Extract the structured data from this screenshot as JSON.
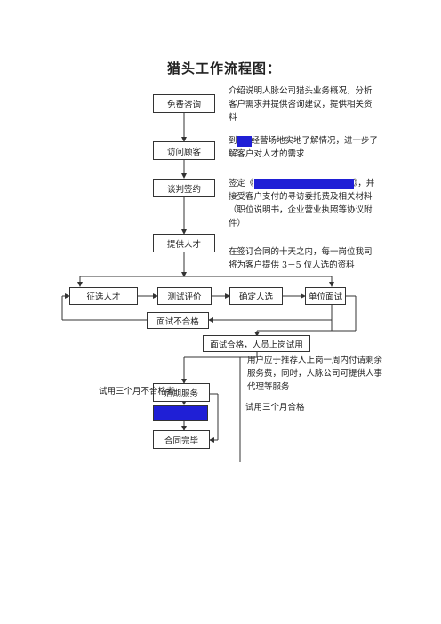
{
  "title": "猎头工作流程图：",
  "nodes": {
    "free_consult": "免费咨询",
    "visit_client": "访问顾客",
    "negotiate_sign": "谈判签约",
    "provide_talent": "提供人才",
    "recruit_talent": "征选人才",
    "test_eval": "测试评价",
    "confirm_candidate": "确定人选",
    "client_interview": "单位面试",
    "interview_fail": "面试不合格",
    "interview_pass": "面试合格，人员上岗试用",
    "after_service": "后期服务",
    "highlighted_box": "",
    "contract_done": "合同完毕"
  },
  "notes": {
    "n1": "介绍说明人脉公司猎头业务概况，分析客户需求并提供咨询建议，提供相关资料",
    "n2_pre": "到",
    "n2_hl": "",
    "n2_post": "经营场地实地了解情况，进一步了解客户对人才的需求",
    "n3_pre": "签定《",
    "n3_hl": "",
    "n3_post": "》，并接受客户支付的寻访委托费及相关材料（职位说明书，企业营业执照等协议附件）",
    "n4": "在签订合同的十天之内，每一岗位我司将为客户提供 3－5 位人选的资料",
    "n5": "用户应于推荐人上岗一周内付请剩余服务费，同时，人脉公司可提供人事代理等服务",
    "n6": "试用三个月不合格者",
    "n7": "试用三个月合格"
  },
  "colors": {
    "highlight": "#1f1fd6",
    "line": "#333333"
  }
}
